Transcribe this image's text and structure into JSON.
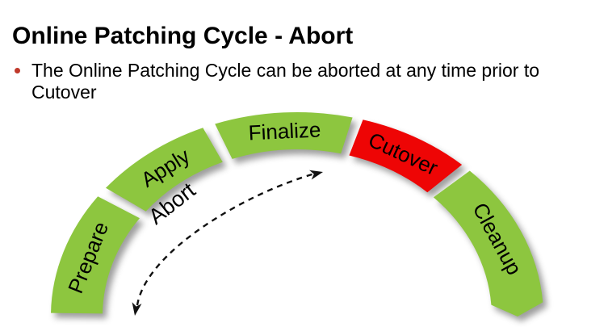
{
  "title": "Online Patching Cycle - Abort",
  "bullet": {
    "lines": [
      "The Online Patching Cycle can be aborted at any time prior to",
      "Cutover"
    ],
    "marker_color": "#C0392B"
  },
  "colors": {
    "phase_green": "#8DC63F",
    "phase_red": "#EE0505",
    "text": "#000000",
    "arrow": "#111111",
    "background": "#FFFFFF"
  },
  "diagram": {
    "type": "semicircular-cycle",
    "segments": [
      {
        "label": "Prepare",
        "color": "#8DC63F",
        "start_deg": 179,
        "end_deg": 144
      },
      {
        "label": "Apply",
        "color": "#8DC63F",
        "start_deg": 141,
        "end_deg": 112.5
      },
      {
        "label": "Finalize",
        "color": "#8DC63F",
        "start_deg": 109.5,
        "end_deg": 77
      },
      {
        "label": "Cutover",
        "color": "#EE0505",
        "start_deg": 74.5,
        "end_deg": 48,
        "highlighted": true
      },
      {
        "label": "Cleanup",
        "color": "#8DC63F",
        "start_deg": 45.5,
        "end_deg": 4,
        "chevron_end": true
      }
    ],
    "abort_arrow": {
      "label": "Abort",
      "style": "dashed",
      "arrowheads": "both-ends"
    }
  }
}
